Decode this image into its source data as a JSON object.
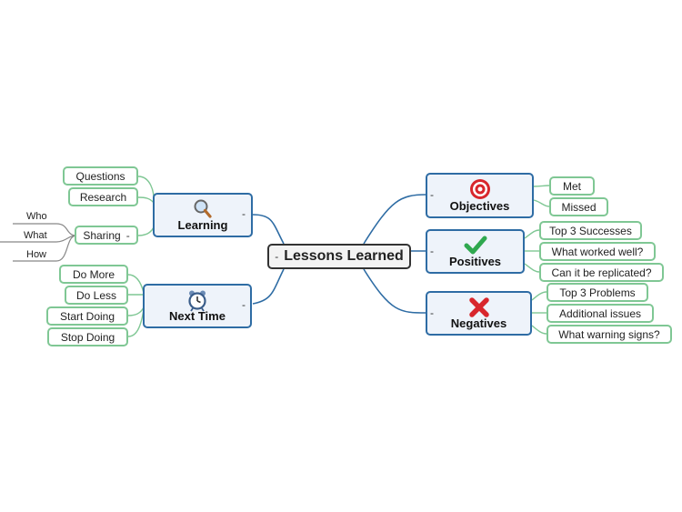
{
  "central": {
    "label": "Lessons Learned"
  },
  "collapse_symbol": "-",
  "branches": {
    "learning": {
      "label": "Learning",
      "icon": "magnifier-icon",
      "children": [
        "Questions",
        "Research",
        "Sharing"
      ],
      "sharing_children": [
        "Who",
        "What",
        "How"
      ]
    },
    "next_time": {
      "label": "Next Time",
      "icon": "alarm-clock-icon",
      "children": [
        "Do More",
        "Do Less",
        "Start Doing",
        "Stop Doing"
      ]
    },
    "objectives": {
      "label": "Objectives",
      "icon": "target-icon",
      "children": [
        "Met",
        "Missed"
      ]
    },
    "positives": {
      "label": "Positives",
      "icon": "green-check-icon",
      "children": [
        "Top 3 Successes",
        "What worked well?",
        "Can it be replicated?"
      ]
    },
    "negatives": {
      "label": "Negatives",
      "icon": "red-cross-icon",
      "children": [
        "Top 3 Problems",
        "Additional issues",
        "What warning signs?"
      ]
    }
  },
  "colors": {
    "main_border": "#2e6ca4",
    "main_fill": "#eef3fa",
    "sub_border": "#7fc794",
    "central_border": "#333333",
    "main_link": "#2e6ca4",
    "sub_link": "#7fc794",
    "leaf_link": "#888888"
  }
}
